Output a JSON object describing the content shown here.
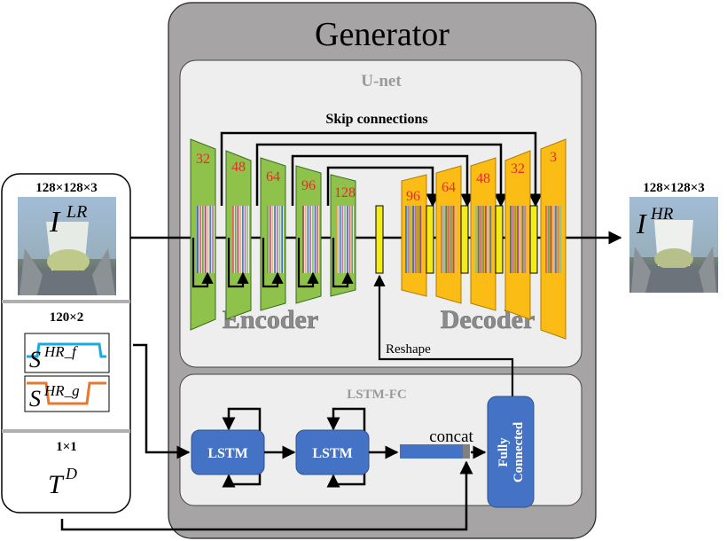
{
  "generator": {
    "title": "Generator",
    "unet": {
      "title": "U-net",
      "skip_label": "Skip connections",
      "encoder_label": "Encoder",
      "decoder_label": "Decoder",
      "reshape_label": "Reshape",
      "encoder_channels": [
        "32",
        "48",
        "64",
        "96",
        "128"
      ],
      "decoder_channels": [
        "96",
        "64",
        "48",
        "32",
        "3"
      ]
    },
    "lstm_fc": {
      "title": "LSTM-FC",
      "lstm1_label": "LSTM",
      "lstm2_label": "LSTM",
      "concat_label": "concat",
      "fc_label_line1": "Fully",
      "fc_label_line2": "Connected"
    }
  },
  "inputs": {
    "image_dims": "128×128×3",
    "image_symbol": "I",
    "image_sup": "LR",
    "signal_dims": "120×2",
    "signal_f_symbol": "S",
    "signal_f_sup": "HR_f",
    "signal_g_symbol": "S",
    "signal_g_sup": "HR_g",
    "scalar_dims": "1×1",
    "scalar_symbol": "T",
    "scalar_sup": "D"
  },
  "output": {
    "dims": "128×128×3",
    "symbol": "I",
    "sup": "HR"
  },
  "colors": {
    "generator_fill": "#a6a4a4",
    "panel_fill": "#eeeeee",
    "encoder_green": "#8fc24a",
    "decoder_orange": "#fbbc15",
    "bottleneck_yellow": "#f4ec1a",
    "lstm_blue": "#4472c4",
    "channel_number_red": "#e8292b",
    "signal_f_cyan": "#1aa9e0",
    "signal_g_orange": "#e9782d"
  }
}
